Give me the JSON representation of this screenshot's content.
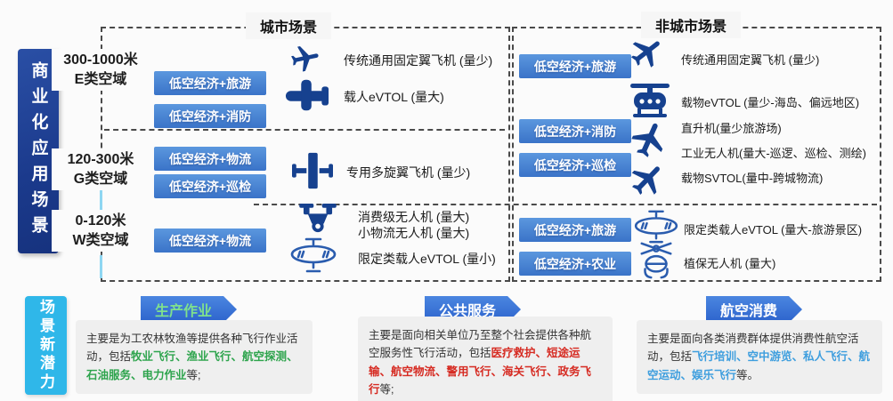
{
  "left_rail": {
    "top_label": "商业化应用场景",
    "bottom_label": "场景新潜力"
  },
  "altitude_rows": [
    {
      "range": "300-1000米",
      "zone": "E类空域"
    },
    {
      "range": "120-300米",
      "zone": "G类空域"
    },
    {
      "range": "0-120米",
      "zone": "W类空域"
    }
  ],
  "urban": {
    "title": "城市场景",
    "badges": [
      "低空经济+旅游",
      "低空经济+消防",
      "低空经济+物流",
      "低空经济+巡检",
      "低空经济+物流"
    ],
    "aircraft": [
      {
        "icon": "fixed-wing-plane-icon",
        "label": "传统通用固定翼飞机 (量少)"
      },
      {
        "icon": "passenger-evtol-icon",
        "label": "载人eVTOL (量大)"
      },
      {
        "icon": "multirotor-icon",
        "label": "专用多旋翼飞机 (量少)"
      },
      {
        "icon": "consumer-drone-icon",
        "label": "消费级无人机 (量大)"
      },
      {
        "icon": "consumer-drone-icon",
        "label": "小物流无人机 (量大)"
      },
      {
        "icon": "limited-evtol-icon",
        "label": "限定类载人eVTOL (量小)"
      }
    ]
  },
  "nonurban": {
    "title": "非城市场景",
    "badges": [
      "低空经济+旅游",
      "低空经济+消防",
      "低空经济+巡检",
      "低空经济+旅游",
      "低空经济+农业"
    ],
    "aircraft": [
      {
        "icon": "fixed-wing-plane-icon",
        "label": "传统通用固定翼飞机 (量少)"
      },
      {
        "icon": "cargo-evtol-heli-icon",
        "label": "载物eVTOL (量少-海岛、偏远地区)"
      },
      {
        "icon": "jet-plane-icon",
        "label": "直升机(量少旅游场)"
      },
      {
        "icon": "jet-plane-icon",
        "label": "工业无人机(量大-巡逻、巡检、测绘)"
      },
      {
        "icon": "jet-plane-icon",
        "label": "载物SVTOL(量中-跨城物流)"
      },
      {
        "icon": "limited-evtol-icon",
        "label": "限定类载人eVTOL (量大-旅游景区)"
      },
      {
        "icon": "crop-drone-icon",
        "label": "植保无人机 (量大)"
      }
    ]
  },
  "bottom": {
    "banners": [
      "生产作业",
      "公共服务",
      "航空消费"
    ],
    "boxes": [
      {
        "segments": [
          {
            "t": "主要是为工农林牧渔等提供各种飞行作业活动，包括",
            "c": "base"
          },
          {
            "t": "牧业飞行、渔业飞行、航空探测、石油服务、电力作业",
            "c": "green"
          },
          {
            "t": "等;",
            "c": "base"
          }
        ]
      },
      {
        "segments": [
          {
            "t": "主要是面向相关单位乃至整个社会提供各种航空服务性飞行活动，包括",
            "c": "base"
          },
          {
            "t": "医疗救护、短途运输、航空物流、警用飞行、海关飞行、政务飞行",
            "c": "red"
          },
          {
            "t": "等;",
            "c": "base"
          }
        ]
      },
      {
        "segments": [
          {
            "t": "主要是面向各类消费群体提供消费性航空活动，包括",
            "c": "base"
          },
          {
            "t": "飞行培训、空中游览、私人飞行、航空运动、娱乐飞行",
            "c": "blue"
          },
          {
            "t": "等。",
            "c": "base"
          }
        ]
      }
    ]
  },
  "colors": {
    "rail_navy": "#1b3a8c",
    "rail_cyan": "#2fb7e9",
    "badge_blue": "#3a73c8",
    "banner_blue": "#2c63cc",
    "icon_blue": "#16418f",
    "highlight_green": "#2ea44d",
    "highlight_red": "#d62b22",
    "highlight_blue": "#3e9ede",
    "dash_line": "#4a4a4a"
  }
}
